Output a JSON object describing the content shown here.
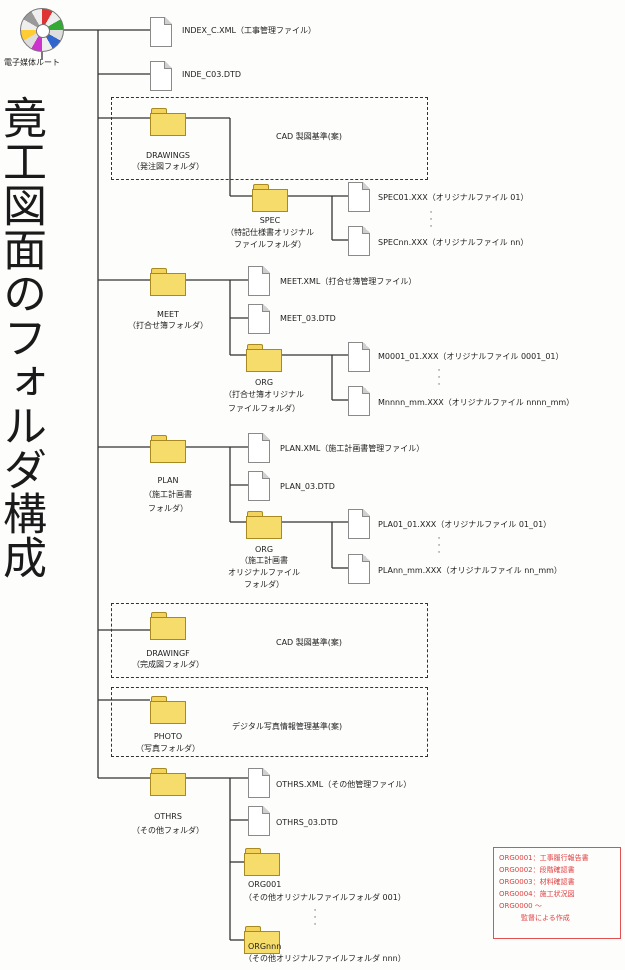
{
  "vertical_title": "竟工図面のフォルダ構成",
  "root": {
    "label": "電子媒体ルート"
  },
  "files_top": [
    "INDEX_C.XML（工事管理ファイル）",
    "INDE_C03.DTD"
  ],
  "drawings": {
    "folder_label": [
      "DRAWINGS",
      "（発注図フォルダ）"
    ],
    "standard": "CAD 製図基準(案)",
    "spec": {
      "folder_label": [
        "SPEC",
        "（特記仕様書オリジナル",
        "ファイルフォルダ）"
      ],
      "files": [
        "SPEC01.XXX（オリジナルファイル 01）",
        "SPECnn.XXX（オリジナルファイル nn）"
      ]
    }
  },
  "meet": {
    "folder_label": [
      "MEET",
      "（打合せ簿フォルダ）"
    ],
    "files": [
      "MEET.XML（打合せ簿管理ファイル）",
      "MEET_03.DTD"
    ],
    "org": {
      "folder_label": [
        "ORG",
        "（打合せ簿オリジナル",
        "ファイルフォルダ）"
      ],
      "files": [
        "M0001_01.XXX（オリジナルファイル 0001_01）",
        "Mnnnn_mm.XXX（オリジナルファイル nnnn_mm）"
      ]
    }
  },
  "plan": {
    "folder_label": [
      "PLAN",
      "（施工計画書",
      "フォルダ）"
    ],
    "files": [
      "PLAN.XML（施工計画書管理ファイル）",
      "PLAN_03.DTD"
    ],
    "org": {
      "folder_label": [
        "ORG",
        "（施工計画書",
        "オリジナルファイル",
        "フォルダ）"
      ],
      "files": [
        "PLA01_01.XXX（オリジナルファイル 01_01）",
        "PLAnn_mm.XXX（オリジナルファイル nn_mm）"
      ]
    }
  },
  "drawingf": {
    "folder_label": [
      "DRAWINGF",
      "（完成図フォルダ）"
    ],
    "standard": "CAD 製図基準(案)"
  },
  "photo": {
    "folder_label": [
      "PHOTO",
      "（写真フォルダ）"
    ],
    "standard": "デジタル写真情報管理基準(案)"
  },
  "othrs": {
    "folder_label": [
      "OTHRS",
      "（その他フォルダ）"
    ],
    "files": [
      "OTHRS.XML（その他管理ファイル）",
      "OTHRS_03.DTD"
    ],
    "org001": {
      "folder_label": [
        "ORG001",
        "（その他オリジナルファイルフォルダ 001）"
      ]
    },
    "orgnnn": {
      "folder_label": [
        "ORGnnn",
        "（その他オリジナルファイルフォルダ nnn）"
      ]
    }
  },
  "note": [
    "ORG0001：工事履行報告書",
    "ORG0002：段階確認書",
    "ORG0003：材料確認書",
    "ORG0004：施工状況図",
    "ORG0000 ～",
    "監督による作成"
  ],
  "colors": {
    "folder": "#f6dc6a",
    "note": "#e04040",
    "line": "#333333"
  }
}
